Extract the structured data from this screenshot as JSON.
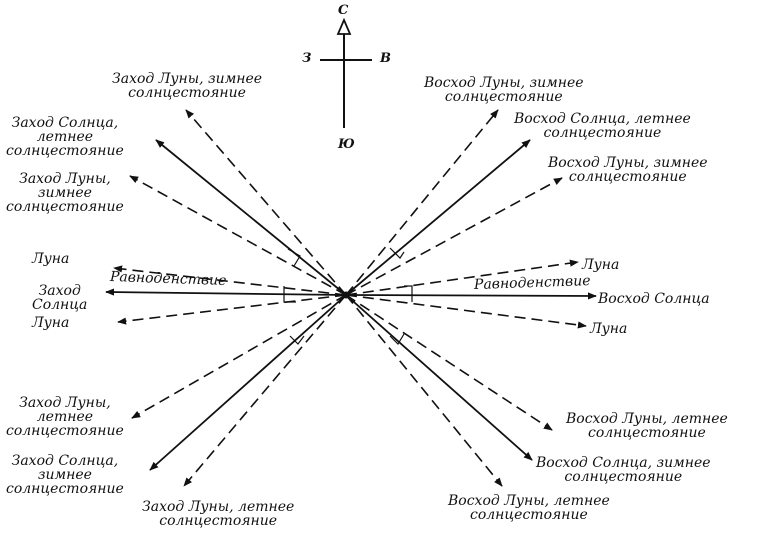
{
  "compass": {
    "north": "С",
    "south": "Ю",
    "west": "З",
    "east": "В"
  },
  "labels": {
    "moon_set_winter_top": "Заход Луны, зимнее\nсолнцестояние",
    "sun_set_summer": "Заход Солнца,\nлетнее\nсолнцестояние",
    "moon_set_winter_left": "Заход Луны,\nзимнее\nсолнцестояние",
    "moon_left": "Луна",
    "sun_left": "Заход\nСолнца",
    "moon_left_lower": "Луна",
    "moon_set_summer_left": "Заход Луны,\nлетнее\nсолнцестояние",
    "sun_set_winter": "Заход Солнца,\nзимнее\nсолнцестояние",
    "moon_set_summer_bottom": "Заход Луны, летнее\nсолнцестояние",
    "moon_rise_winter_top": "Восход Луны, зимнее\nсолнцестояние",
    "sun_rise_summer": "Восход Солнца, летнее\nсолнцестояние",
    "moon_rise_winter_right": "Восход Луны, зимнее\nсолнцестояние",
    "moon_right": "Луна",
    "sun_rise": "Восход Солнца",
    "moon_right_lower": "Луна",
    "moon_rise_summer_right": "Восход Луны, летнее\nсолнцестояние",
    "sun_rise_winter": "Восход Солнца, зимнее\nсолнцестояние",
    "moon_rise_summer_bottom": "Восход Луны, летнее\nсолнцестояние",
    "equinox_left": "Равноденствие",
    "equinox_right": "Равноденствие"
  },
  "colors": {
    "ink": "#111111",
    "background": "#ffffff"
  }
}
